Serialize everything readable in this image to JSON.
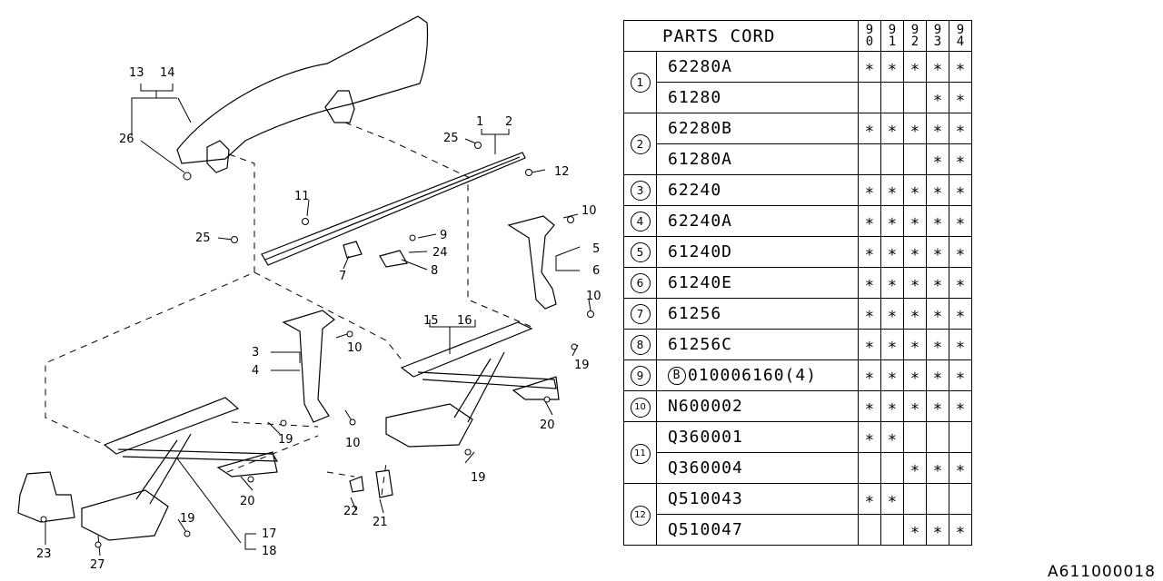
{
  "table": {
    "title": "PARTS CORD",
    "years": [
      [
        "9",
        "0"
      ],
      [
        "9",
        "1"
      ],
      [
        "9",
        "2"
      ],
      [
        "9",
        "3"
      ],
      [
        "9",
        "4"
      ]
    ],
    "mark": "∗",
    "groups": [
      {
        "ref": "1",
        "rows": [
          {
            "pn": "62280A",
            "marks": [
              true,
              true,
              true,
              true,
              true
            ]
          },
          {
            "pn": "61280",
            "marks": [
              false,
              false,
              false,
              true,
              true
            ]
          }
        ]
      },
      {
        "ref": "2",
        "rows": [
          {
            "pn": "62280B",
            "marks": [
              true,
              true,
              true,
              true,
              true
            ]
          },
          {
            "pn": "61280A",
            "marks": [
              false,
              false,
              false,
              true,
              true
            ]
          }
        ]
      },
      {
        "ref": "3",
        "rows": [
          {
            "pn": "62240",
            "marks": [
              true,
              true,
              true,
              true,
              true
            ]
          }
        ]
      },
      {
        "ref": "4",
        "rows": [
          {
            "pn": "62240A",
            "marks": [
              true,
              true,
              true,
              true,
              true
            ]
          }
        ]
      },
      {
        "ref": "5",
        "rows": [
          {
            "pn": "61240D",
            "marks": [
              true,
              true,
              true,
              true,
              true
            ]
          }
        ]
      },
      {
        "ref": "6",
        "rows": [
          {
            "pn": "61240E",
            "marks": [
              true,
              true,
              true,
              true,
              true
            ]
          }
        ]
      },
      {
        "ref": "7",
        "rows": [
          {
            "pn": "61256",
            "marks": [
              true,
              true,
              true,
              true,
              true
            ]
          }
        ]
      },
      {
        "ref": "8",
        "rows": [
          {
            "pn": "61256C",
            "marks": [
              true,
              true,
              true,
              true,
              true
            ]
          }
        ]
      },
      {
        "ref": "9",
        "rows": [
          {
            "prefix": "B",
            "pn": "010006160(4)",
            "marks": [
              true,
              true,
              true,
              true,
              true
            ]
          }
        ]
      },
      {
        "ref": "10",
        "rows": [
          {
            "pn": "N600002",
            "marks": [
              true,
              true,
              true,
              true,
              true
            ]
          }
        ]
      },
      {
        "ref": "11",
        "rows": [
          {
            "pn": "Q360001",
            "marks": [
              true,
              true,
              false,
              false,
              false
            ]
          },
          {
            "pn": "Q360004",
            "marks": [
              false,
              false,
              true,
              true,
              true
            ]
          }
        ]
      },
      {
        "ref": "12",
        "rows": [
          {
            "pn": "Q510043",
            "marks": [
              true,
              true,
              false,
              false,
              false
            ]
          },
          {
            "pn": "Q510047",
            "marks": [
              false,
              false,
              true,
              true,
              true
            ]
          }
        ]
      }
    ]
  },
  "callouts": {
    "c13": "13",
    "c14": "14",
    "c26": "26",
    "c1": "1",
    "c2": "2",
    "c25a": "25",
    "c12": "12",
    "c11": "11",
    "c9": "9",
    "c24": "24",
    "c8": "8",
    "c7": "7",
    "c25b": "25",
    "c10a": "10",
    "c5": "5",
    "c6": "6",
    "c10b": "10",
    "c3": "3",
    "c4": "4",
    "c10c": "10",
    "c15": "15",
    "c16": "16",
    "c19a": "19",
    "c20a": "20",
    "c10d": "10",
    "c19b": "19",
    "c20b": "20",
    "c19c": "19",
    "c22": "22",
    "c21": "21",
    "c19d": "19",
    "c17": "17",
    "c18": "18",
    "c23": "23",
    "c27": "27"
  },
  "footer": {
    "code": "A611000018"
  }
}
